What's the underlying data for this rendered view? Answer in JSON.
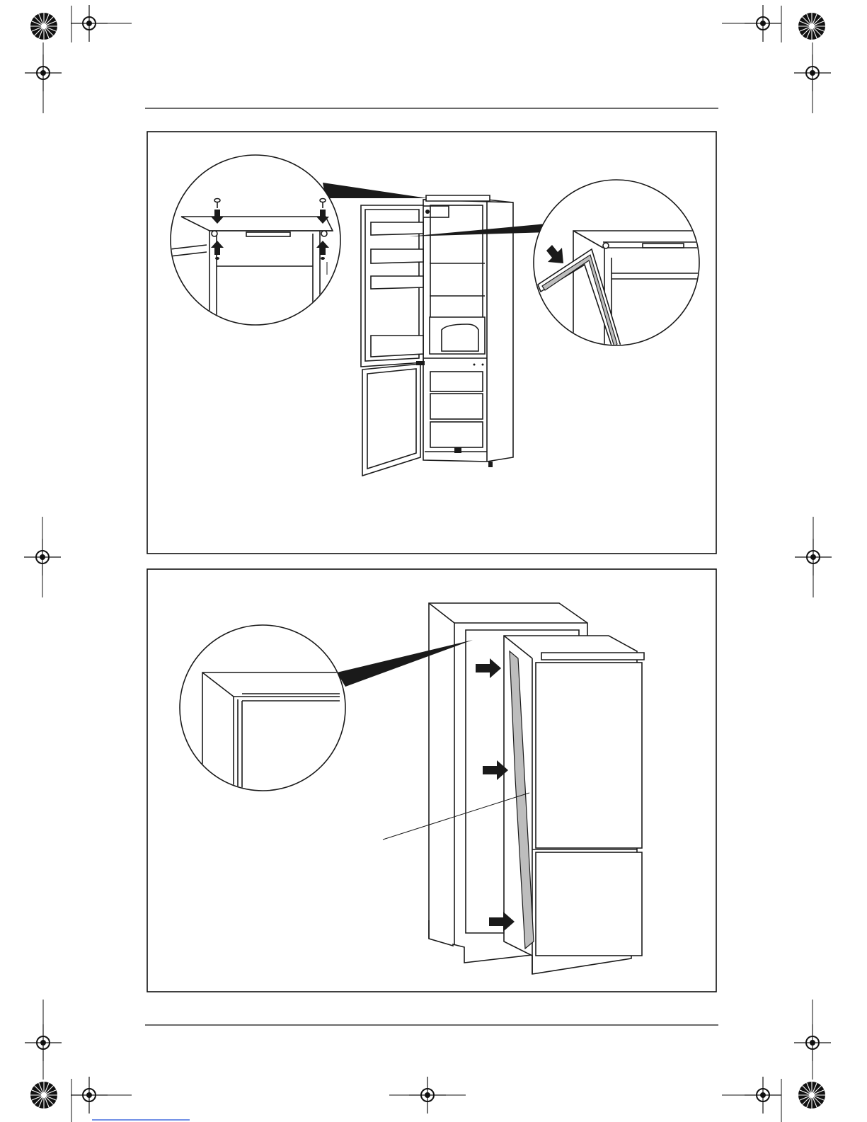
{
  "page": {
    "header_rule": true,
    "footer_rule": true
  },
  "figures": [
    {
      "id": "figure-1",
      "subject": "fridge-freezer-open-with-zoom-details",
      "callouts": [
        "top-cover-screws-detail",
        "door-seal-corner-detail"
      ]
    },
    {
      "id": "figure-2",
      "subject": "appliance-slid-into-cabinet-with-seal-strip",
      "callouts": [
        "cabinet-corner-detail"
      ],
      "arrows": 3
    }
  ],
  "colors": {
    "line": "#1a1a1a",
    "seal_strip": "#bdbdbd",
    "link": "#1f4fd8"
  }
}
